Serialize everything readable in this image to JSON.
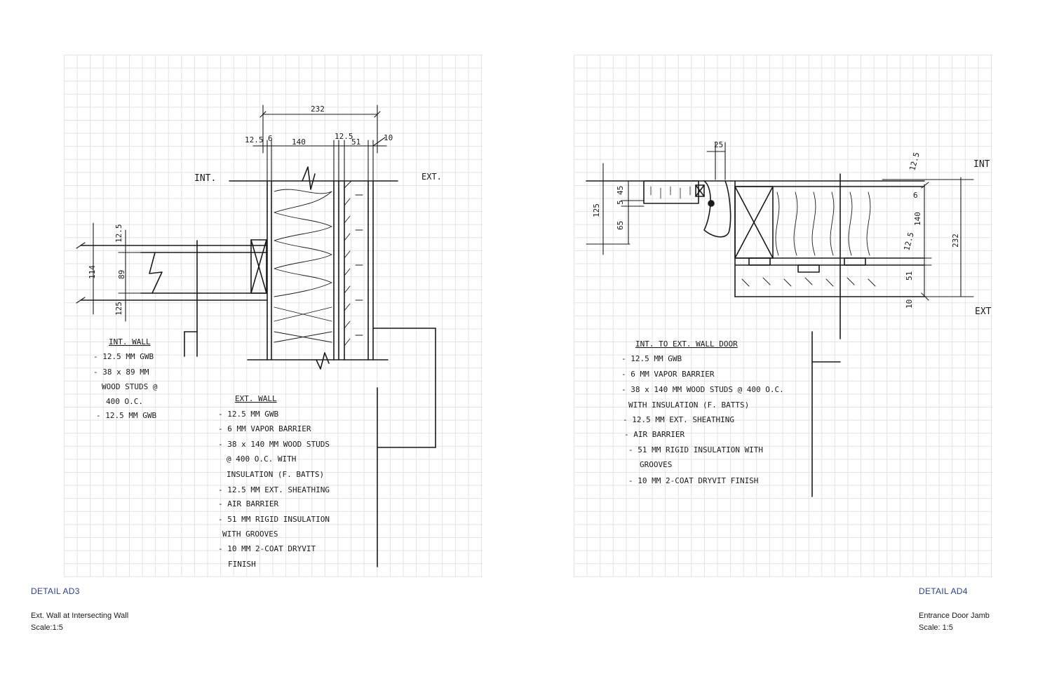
{
  "details": [
    {
      "tag": "DETAIL AD3",
      "title": "Ext. Wall at Intersecting Wall",
      "scale": "Scale:1:5",
      "labels": {
        "int": "INT.",
        "ext": "EXT."
      },
      "dims": {
        "overall": "232",
        "gwb": "12.5",
        "vb": "6",
        "stud": "140",
        "sheath": "12.5",
        "rigid": "51",
        "finish": "10",
        "int_gwb": "12.5",
        "int_total": "114",
        "int_stud": "89",
        "int_gwb2": "125"
      },
      "notes_int_wall": {
        "heading": "INT. WALL",
        "lines": [
          "- 12.5 MM GWB",
          "- 38 x 89 MM",
          "WOOD STUDS @",
          "400 O.C.",
          "- 12.5 MM GWB"
        ]
      },
      "notes_ext_wall": {
        "heading": "EXT. WALL",
        "lines": [
          "- 12.5 MM GWB",
          "- 6 MM VAPOR BARRIER",
          "- 38 x 140 MM WOOD STUDS",
          "@ 400 O.C. WITH",
          "INSULATION (F. BATTS)",
          "- 12.5 MM EXT. SHEATHING",
          "- AIR BARRIER",
          "- 51 MM RIGID INSULATION",
          "WITH GROOVES",
          "- 10 MM 2-COAT DRYVIT",
          "FINISH"
        ]
      }
    },
    {
      "tag": "DETAIL AD4",
      "title": "Entrance Door Jamb",
      "scale": "Scale: 1:5",
      "labels": {
        "int": "INT",
        "ext": "EXT"
      },
      "dims": {
        "top": "25",
        "left_total": "125",
        "left_a": "45",
        "left_b": "5",
        "left_c": "65",
        "right_gwb": "12.5",
        "right_vb": "6",
        "right_stud": "140",
        "right_total": "232",
        "right_sheath": "12.5",
        "right_rigid": "51",
        "right_finish": "10"
      },
      "notes": {
        "heading": "INT. TO EXT. WALL DOOR",
        "lines": [
          "- 12.5 MM GWB",
          "- 6 MM VAPOR BARRIER",
          "- 38 x 140 MM WOOD STUDS @ 400 O.C.",
          "WITH INSULATION (F. BATTS)",
          "- 12.5 MM EXT. SHEATHING",
          "- AIR BARRIER",
          "- 51 MM RIGID INSULATION WITH",
          "GROOVES",
          "- 10 MM 2-COAT DRYVIT FINISH"
        ]
      }
    }
  ]
}
